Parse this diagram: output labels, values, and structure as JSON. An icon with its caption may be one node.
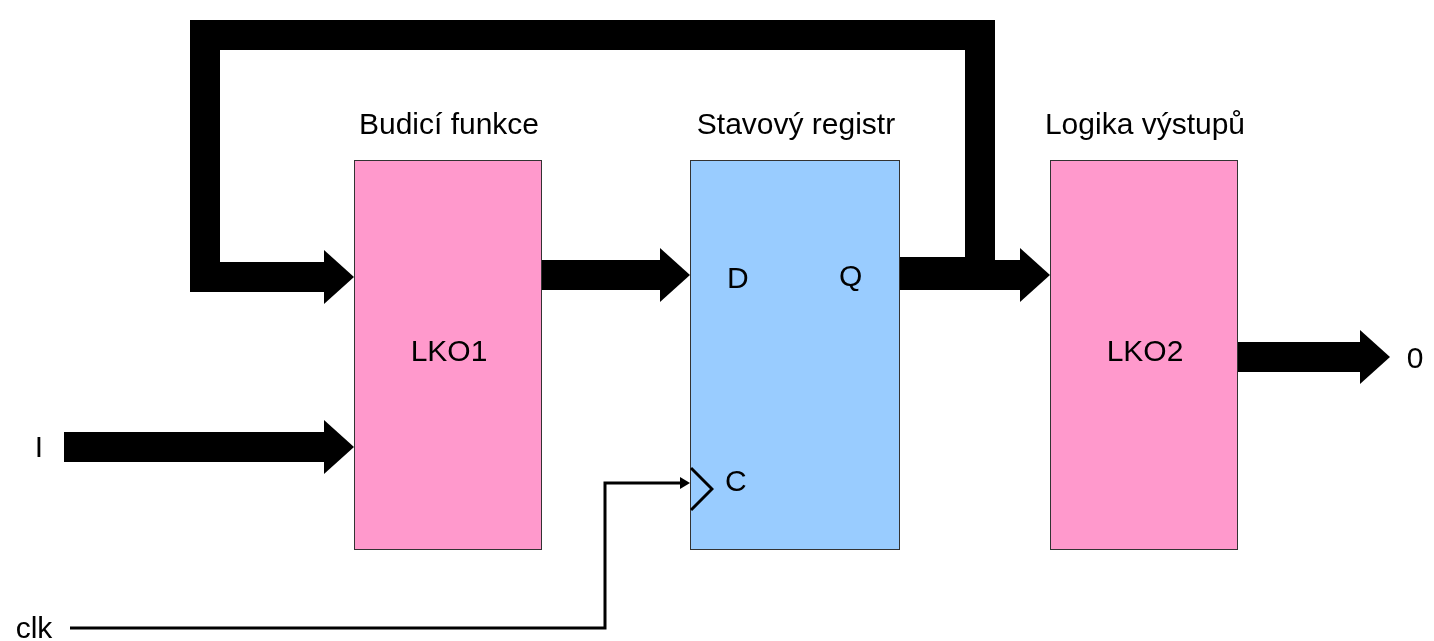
{
  "diagram": {
    "nodes": [
      {
        "text": [
          "Budicí funkce",
          "LKO1"
        ]
      },
      {
        "text": [
          "Stavový registr",
          "D",
          "Q",
          "C"
        ]
      },
      {
        "text": [
          "Logika výstupů",
          "LKO2"
        ]
      },
      {
        "text": [
          "I"
        ]
      },
      {
        "text": [
          "clk"
        ]
      },
      {
        "text": [
          "0"
        ]
      }
    ],
    "edges": [
      {
        "from": 3,
        "to": 0,
        "arrow": "to"
      },
      {
        "from": 0,
        "to": 1,
        "arrow": "to"
      },
      {
        "from": 1,
        "to": 2,
        "arrow": "to"
      },
      {
        "from": 1,
        "to": 0,
        "arrow": "to"
      },
      {
        "from": 2,
        "to": 5,
        "arrow": "to"
      },
      {
        "from": 4,
        "to": 1,
        "arrow": "to"
      }
    ]
  }
}
